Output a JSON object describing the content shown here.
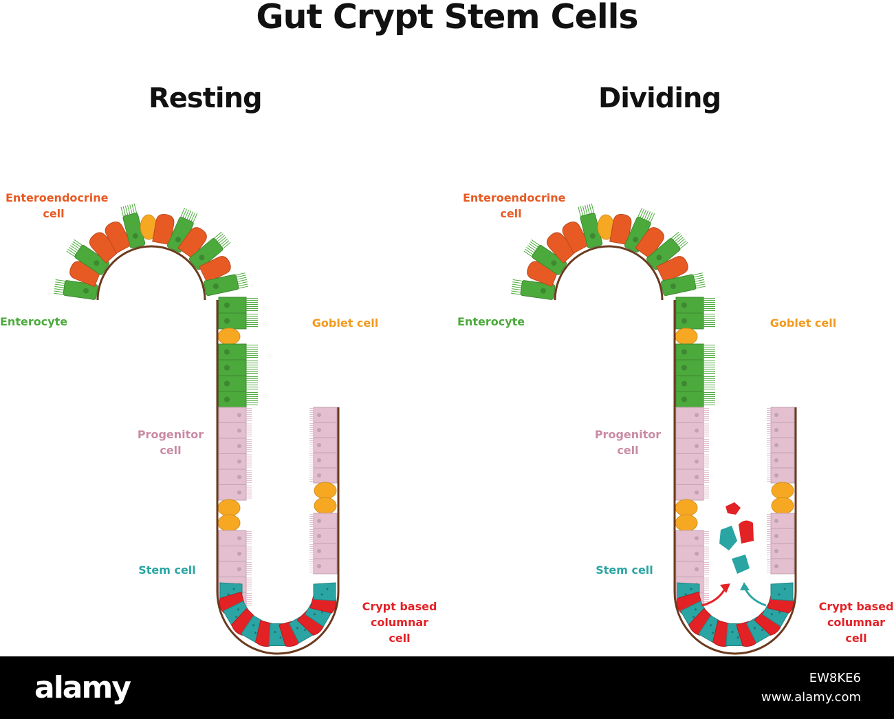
{
  "title": "Gut Crypt Stem Cells",
  "panels": [
    {
      "title": "Resting",
      "labels": {
        "enteroendocrine": "Enteroendocrine cell",
        "enterocyte": "Enterocyte",
        "goblet": "Goblet cell",
        "progenitor": "Progenitor cell",
        "stem": "Stem cell",
        "crypt_based": "Crypt based columnar cell"
      }
    },
    {
      "title": "Dividing",
      "labels": {
        "enteroendocrine": "Enteroendocrine cell",
        "enterocyte": "Enterocyte",
        "goblet": "Goblet cell",
        "progenitor": "Progenitor cell",
        "stem": "Stem cell",
        "crypt_based": "Crypt based columnar cell"
      }
    }
  ],
  "colors": {
    "enteroendocrine": "#e85a24",
    "enterocyte": "#4caa3c",
    "goblet": "#f7a823",
    "progenitor": "#e3bfcf",
    "stem": "#2aa5a3",
    "crypt_based": "#e32226",
    "membrane": "#6b3a1e"
  },
  "footer": {
    "brand": "alamy",
    "image_id": "EW8KE6",
    "site": "www.alamy.com"
  }
}
